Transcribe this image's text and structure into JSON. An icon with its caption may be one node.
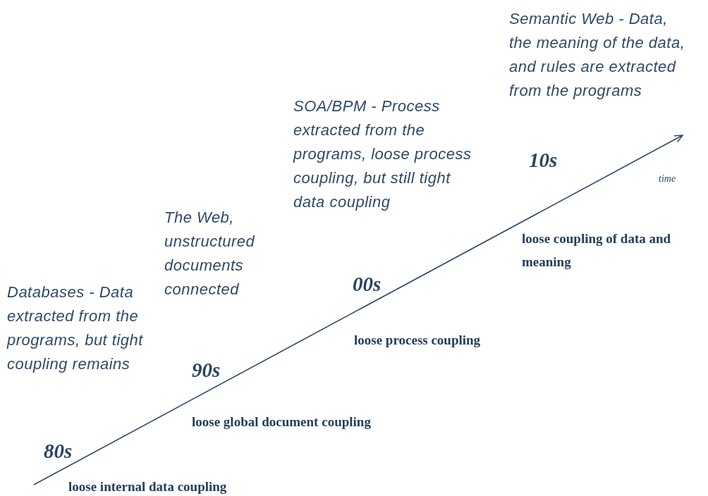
{
  "diagram": {
    "labels": [
      "Semantic Web - Data, the meaning of the data, and rules are extracted from the programs",
      "SOA/BPM - Process extracted from the programs, loose process coupling, but still tight data coupling",
      "10s",
      "time",
      "The Web, unstructured documents connected",
      "loose coupling of data and meaning",
      "00s",
      "Databases - Data extracted from the programs, but tight coupling remains",
      "loose process coupling",
      "90s",
      "loose global document coupling",
      "80s",
      "loose internal data coupling"
    ]
  }
}
